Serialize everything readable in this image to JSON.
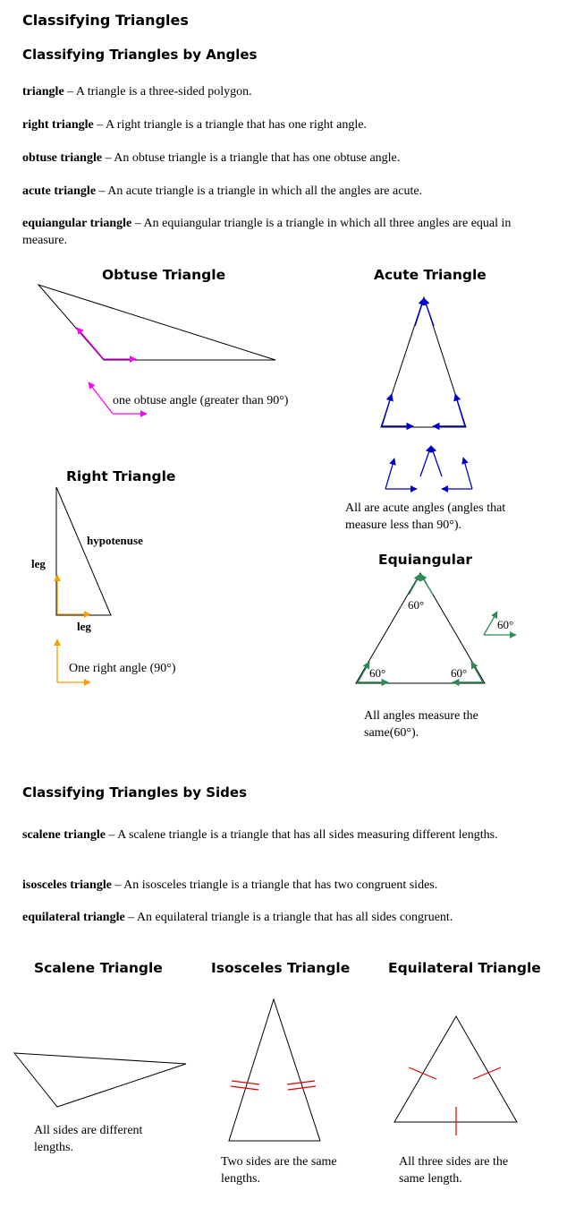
{
  "title": "Classifying Triangles",
  "angles_section": {
    "heading": "Classifying Triangles by Angles",
    "definitions": [
      {
        "term": "triangle",
        "text": " – A triangle is a three-sided polygon."
      },
      {
        "term": "right triangle",
        "text": " – A right triangle is a triangle that has one right angle."
      },
      {
        "term": "obtuse triangle",
        "text": " – An obtuse triangle is a triangle that has one obtuse angle."
      },
      {
        "term": "acute triangle",
        "text": " – An acute triangle is a triangle in which all the angles are acute."
      },
      {
        "term": "equiangular triangle",
        "text": " – An equiangular triangle is a triangle in which all three angles are equal in measure."
      }
    ],
    "figures": {
      "obtuse": {
        "title": "Obtuse Triangle",
        "caption": "one obtuse angle (greater than 90°)"
      },
      "acute": {
        "title": "Acute Triangle",
        "caption": "All are acute angles (angles that measure less than 90°)."
      },
      "right": {
        "title": "Right Triangle",
        "hypotenuse": "hypotenuse",
        "leg_vertical": "leg",
        "leg_horizontal": "leg",
        "caption": "One right angle (90°)"
      },
      "equiangular": {
        "title": "Equiangular",
        "angle_top": "60°",
        "angle_left": "60°",
        "angle_right": "60°",
        "angle_sample": "60°",
        "caption": "All angles measure the same(60°)."
      }
    }
  },
  "sides_section": {
    "heading": "Classifying Triangles by Sides",
    "definitions": [
      {
        "term": "scalene triangle",
        "text": " – A scalene triangle is a triangle that has all sides measuring different lengths."
      },
      {
        "term": "isosceles triangle",
        "text": " – An isosceles triangle is a triangle that has two congruent sides."
      },
      {
        "term": "equilateral triangle",
        "text": " – An equilateral triangle is a triangle that has all sides congruent."
      }
    ],
    "figures": {
      "scalene": {
        "title": "Scalene Triangle",
        "caption": "All sides are different lengths."
      },
      "isosceles": {
        "title": "Isosceles Triangle",
        "caption": "Two sides are the same lengths."
      },
      "equilateral": {
        "title": "Equilateral Triangle",
        "caption": "All three sides are the same length."
      }
    }
  },
  "colors": {
    "obtuse_marker": "#ff00ff",
    "acute_marker": "#0000cc",
    "right_marker": "#f5a000",
    "equiangular_marker": "#2e8b57",
    "tick_marks": "#e00000",
    "line": "#000000"
  }
}
